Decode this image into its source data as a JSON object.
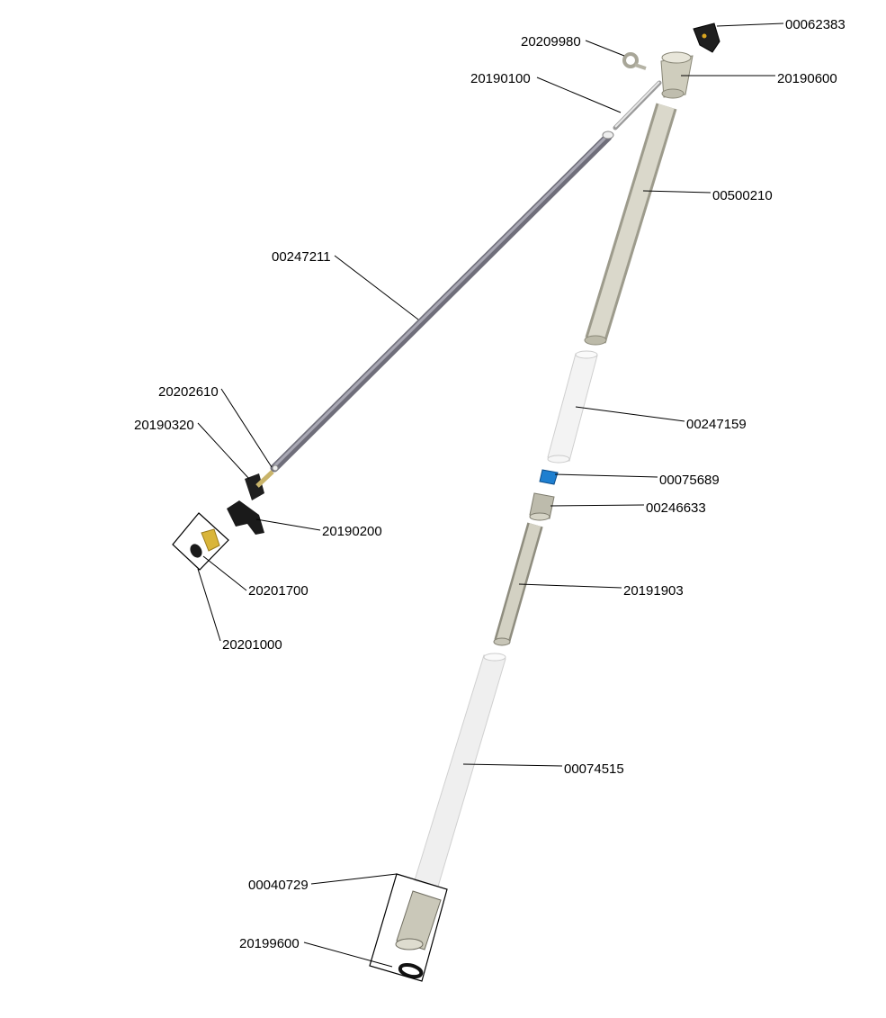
{
  "diagram": {
    "type": "exploded parts diagram",
    "part_labels": {
      "cap": "00062383",
      "eye_bolt": "20209980",
      "head_fitting": "20190600",
      "short_rod": "20190100",
      "upper_tube": "00500210",
      "long_rod": "00247211",
      "clear_sleeve_upper": "00247159",
      "pin_20202610": "20202610",
      "lever_block": "20190320",
      "blue_clip": "00075689",
      "coupling": "00246633",
      "clamp": "20190200",
      "ring": "20201700",
      "lower_tube": "20191903",
      "brass_kit": "20201000",
      "clear_sleeve_lower": "00074515",
      "end_fitting": "00040729",
      "o_ring": "20199600"
    },
    "colors": {
      "metal_tube": "#d9d7c9",
      "rod": "#8b8a97",
      "clear_sleeve": "#f0f0f0",
      "blue_clip": "#1e7fd0",
      "black_part": "#1a1a1a",
      "brass": "#d9b53a"
    }
  }
}
